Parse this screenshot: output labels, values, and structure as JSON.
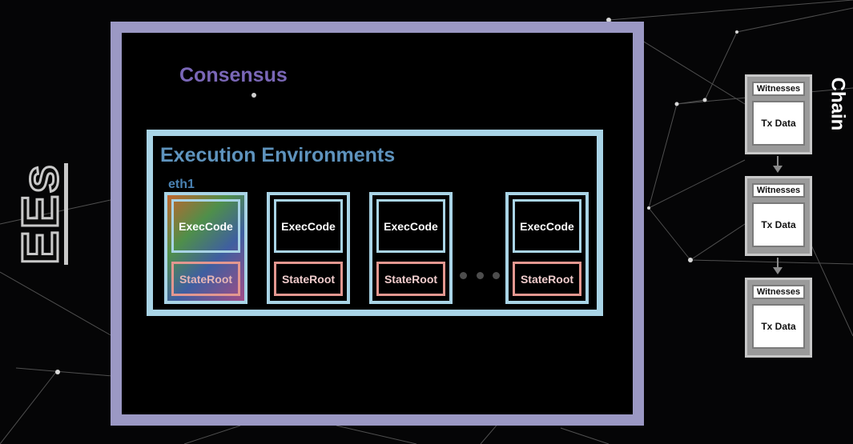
{
  "side_title": "EEs",
  "consensus": {
    "label": "Consensus"
  },
  "execution_environments": {
    "label": "Execution Environments",
    "first_ee_label": "eth1",
    "ees": [
      {
        "exec_code": "ExecCode",
        "state_root": "StateRoot"
      },
      {
        "exec_code": "ExecCode",
        "state_root": "StateRoot"
      },
      {
        "exec_code": "ExecCode",
        "state_root": "StateRoot"
      },
      {
        "exec_code": "ExecCode",
        "state_root": "StateRoot"
      }
    ]
  },
  "chain": {
    "label": "Chain",
    "blocks": [
      {
        "witnesses": "Witnesses",
        "tx_data": "Tx Data"
      },
      {
        "witnesses": "Witnesses",
        "tx_data": "Tx Data"
      },
      {
        "witnesses": "Witnesses",
        "tx_data": "Tx Data"
      }
    ]
  },
  "colors": {
    "consensus_border": "#9b98c4",
    "consensus_text": "#7a67b7",
    "env_border": "#a9d4e6",
    "env_text": "#5e93bd",
    "state_root_border": "#e39790",
    "block_gray": "#9a9a9a"
  }
}
